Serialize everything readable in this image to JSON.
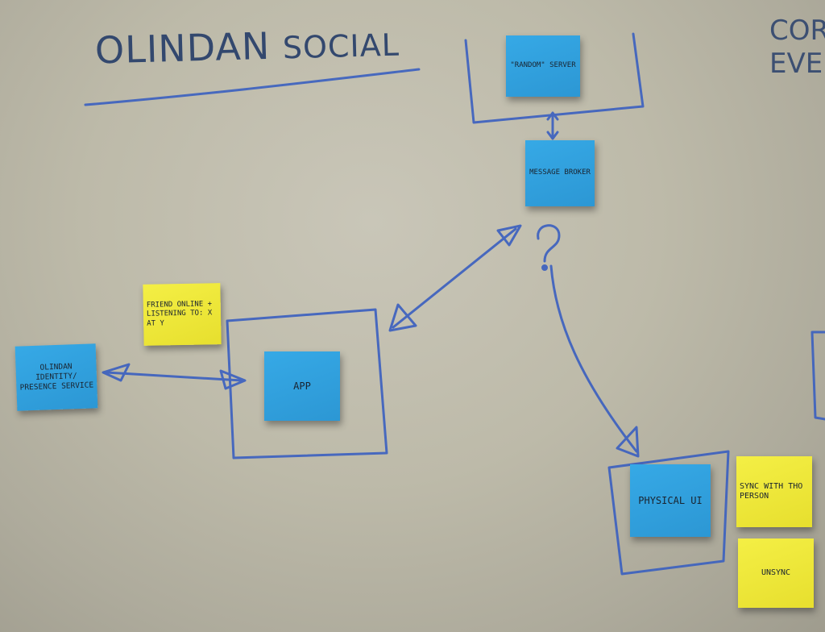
{
  "title": {
    "part1": "OLINDAN",
    "part2": "SOCIAL"
  },
  "corner_text": {
    "line1": "COR",
    "line2": "EVEN"
  },
  "notes": {
    "random_server": "\"RANDOM\" SERVER",
    "message_broker": "MESSAGE BROKER",
    "friend_status": "FRIEND ONLINE + LISTENING TO: X AT Y",
    "identity_service": "OLINDAN IDENTITY/ PRESENCE SERVICE",
    "app": "APP",
    "physical_ui": "PHYSICAL UI",
    "sync_with_person": "SYNC WITH THO PERSON",
    "unsync": "UNSYNC"
  },
  "colors": {
    "marker": "#3a5fc0",
    "blue_note": "#2f9fe0",
    "yellow_note": "#f0ea3c"
  }
}
